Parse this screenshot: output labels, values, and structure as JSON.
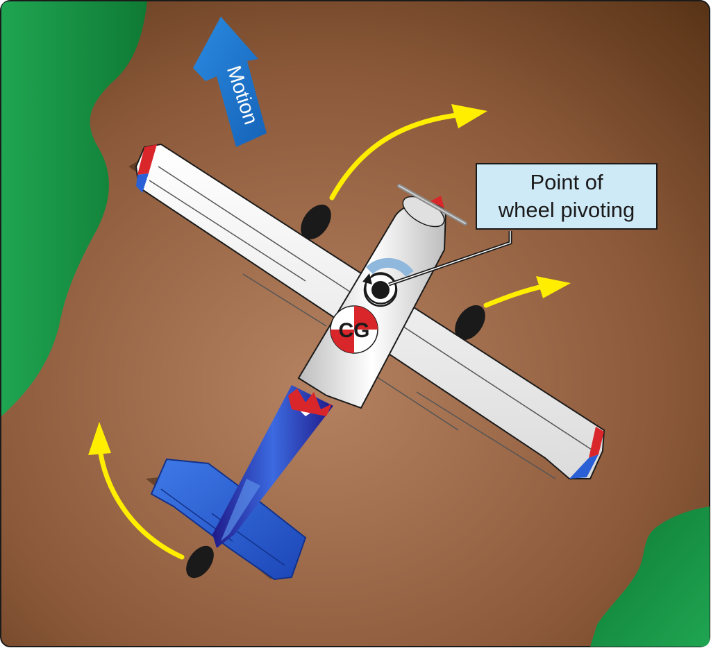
{
  "labels": {
    "motion": "Motion",
    "callout_line1": "Point of",
    "callout_line2": "wheel pivoting",
    "cg": "CG"
  },
  "colors": {
    "ground": "#9a6a4a",
    "grass": "#1f9a4a",
    "arrow_motion": "#1a73c8",
    "arrow_rotation": "#ffee00",
    "fuselage": "#f2f2f2",
    "tail": "#2a5fd6",
    "stripe_red": "#d9262a",
    "stripe_blue": "#2a5fd6",
    "callout_bg": "#cfeaf7"
  },
  "icons": [
    "motion-arrow",
    "rotation-arrow",
    "airplane",
    "cg-symbol",
    "pivot-symbol"
  ]
}
